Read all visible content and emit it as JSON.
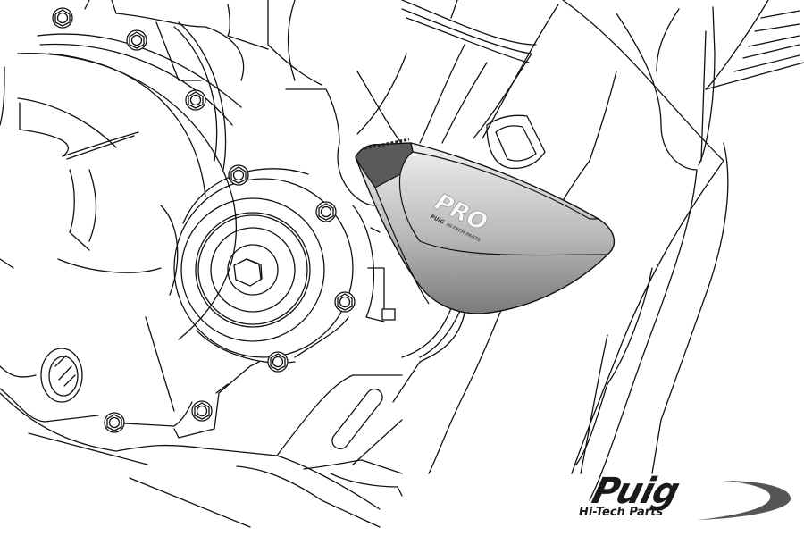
{
  "illustration": {
    "subject": "engine-case-with-frame-slider",
    "colors": {
      "line": "#111111",
      "background": "#ffffff",
      "slider_dark": "#5a5a5a",
      "slider_light": "#e6e6e6",
      "slider_bottom": "#7a7a7a"
    }
  },
  "slider": {
    "logo_text": "PRO",
    "sub_text_brand": "PUIG",
    "sub_text_tag": "HI-TECH PARTS"
  },
  "brand": {
    "name": "Puig",
    "tagline": "Hi-Tech Parts"
  }
}
